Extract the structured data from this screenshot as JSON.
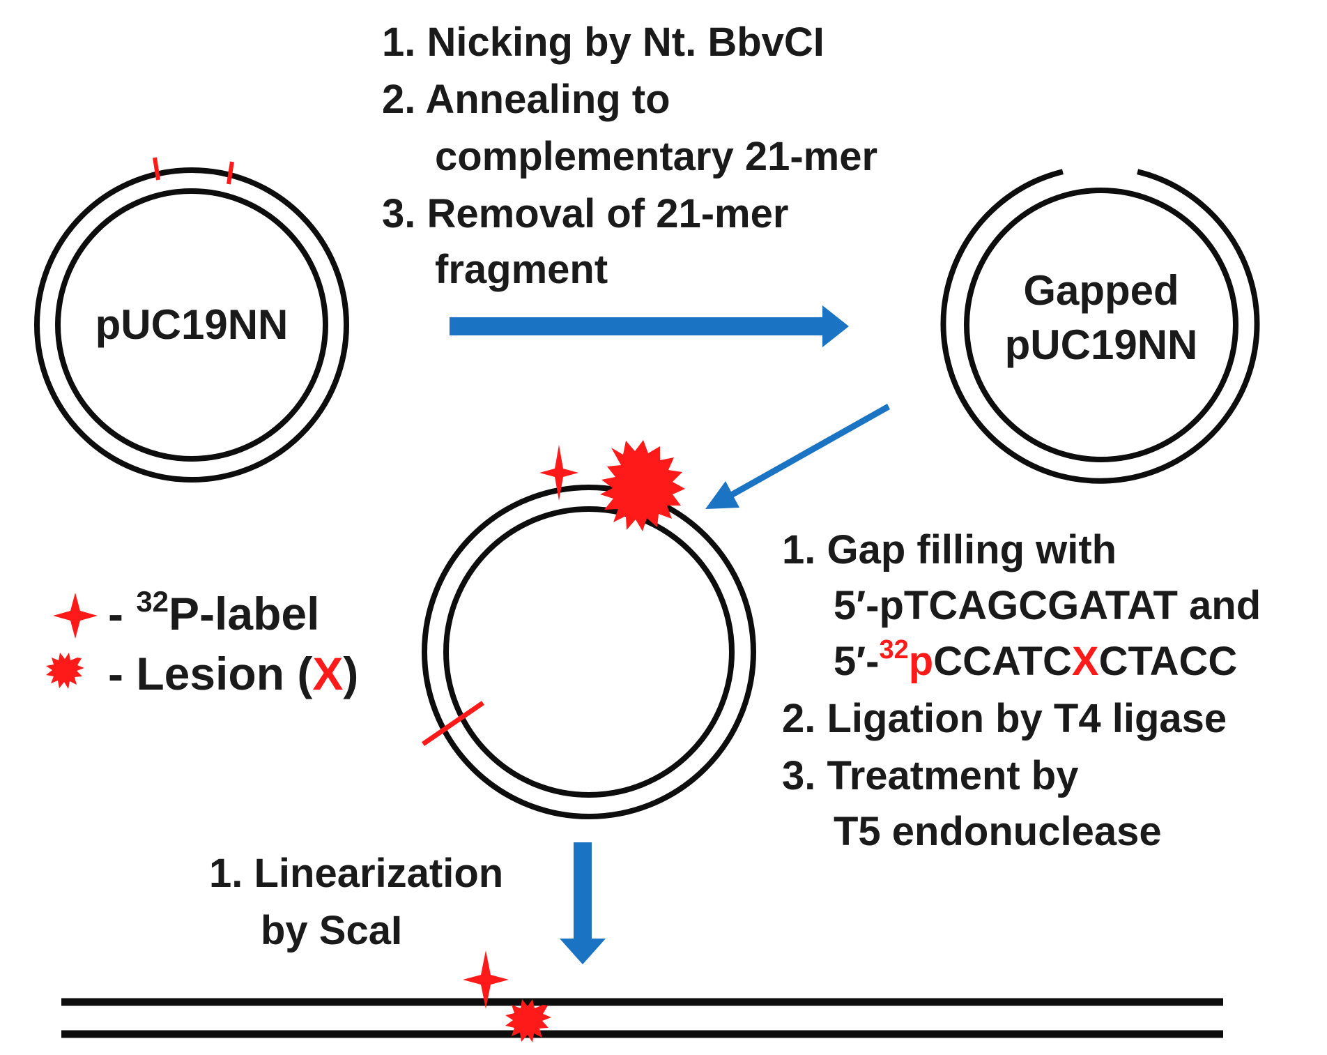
{
  "colors": {
    "arrow": "#1b73c4",
    "dna": "#0d0d0d",
    "marker": "#ff1a1a",
    "text": "#1a1a1a"
  },
  "top_steps": [
    "1. Nicking by Nt. BbvCI",
    "2. Annealing to",
    "complementary 21-mer",
    "3. Removal of 21-mer",
    "fragment"
  ],
  "circle_left_label": "pUC19NN",
  "circle_right_label": [
    "Gapped",
    "pUC19NN"
  ],
  "right_steps": {
    "line1": "1. Gap filling with",
    "line2": "5′-pTCAGCGATAT and",
    "line3": {
      "prefix": "5′-",
      "superscript": "32",
      "p": "p",
      "seq1": "CCATC",
      "x": "X",
      "seq2": "CTACC"
    },
    "line4": "2. Ligation by T4 ligase",
    "line5": "3. Treatment by",
    "line6": "T5 endonuclease"
  },
  "legend": {
    "label_dash": "- ",
    "label_super": "32",
    "label_text": "P-label",
    "lesion_prefix": "- Lesion (",
    "lesion_x": "X",
    "lesion_suffix": ")",
    "label_icon": "four-point-star-icon",
    "lesion_icon": "starburst-icon"
  },
  "bottom_steps": [
    "1. Linearization",
    "by ScaI"
  ]
}
